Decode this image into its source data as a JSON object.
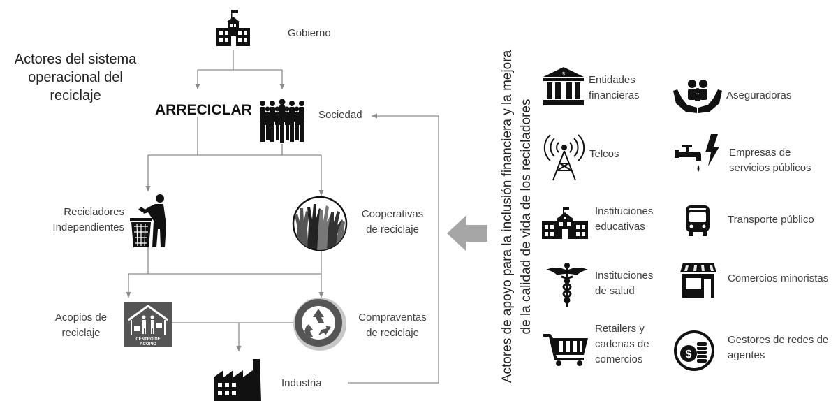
{
  "title": "Actores del sistema operacional del reciclaje",
  "arreciclar": "ARRECICLAR",
  "left_nodes": {
    "gobierno": "Gobierno",
    "sociedad": "Sociedad",
    "recicladores": "Recicladores Independientes",
    "cooperativas": "Cooperativas de reciclaje",
    "acopios": "Acopios de reciclaje",
    "acopio_sign": "CENTRO DE ACOPIO",
    "compraventas": "Compraventas de reciclaje",
    "industria": "Industria"
  },
  "vertical_label": "Actores de apoyo para la inclusión financiera y la mejora de la calidad de vida de los recicladores",
  "right_actors": [
    {
      "label": "Entidades financieras",
      "icon": "bank-icon"
    },
    {
      "label": "Aseguradoras",
      "icon": "insurance-hands-icon"
    },
    {
      "label": "Telcos",
      "icon": "antenna-tower-icon"
    },
    {
      "label": "Empresas de servicios públicos",
      "icon": "faucet-lightning-icon"
    },
    {
      "label": "Instituciones educativas",
      "icon": "school-icon"
    },
    {
      "label": "Transporte público",
      "icon": "bus-icon"
    },
    {
      "label": "Instituciones de salud",
      "icon": "caduceus-icon"
    },
    {
      "label": "Comercios minoristas",
      "icon": "storefront-icon"
    },
    {
      "label": "Retailers y cadenas de comercios",
      "icon": "shopping-cart-icon"
    },
    {
      "label": "Gestores de redes de agentes",
      "icon": "coins-icon"
    }
  ],
  "colors": {
    "line": "#8c8c8c",
    "arrow_big": "#a6a6a6",
    "icon": "#111111"
  }
}
